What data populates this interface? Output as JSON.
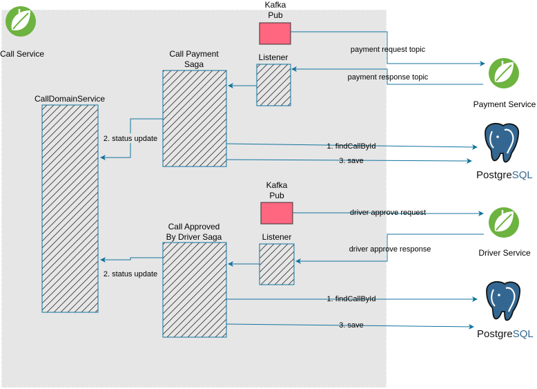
{
  "colors": {
    "background": "#ffffff",
    "region_fill": "#e6e6e6",
    "region_border": "#ffffff",
    "arrow": "#10739e",
    "box_border": "#10739e",
    "hatch": "#333333",
    "kafka_fill": "#ff6680",
    "spring_green": "#6db33f",
    "postgres_blue": "#336791"
  },
  "icons": {
    "call_service": "spring-icon",
    "payment_service": "spring-icon",
    "driver_service": "spring-icon",
    "postgres_top": "postgresql-elephant-icon",
    "postgres_bottom": "postgresql-elephant-icon"
  },
  "labels": {
    "call_service": "Call Service",
    "payment_service": "Payment Service",
    "driver_service": "Driver Service",
    "call_domain_service": "CallDomainService",
    "call_payment_saga_line1": "Call Payment",
    "call_payment_saga_line2": "Saga",
    "call_approved_saga_line1": "Call Approved",
    "call_approved_saga_line2": "By Driver Saga",
    "kafka_top_line1": "Kafka",
    "kafka_top_line2": "Pub",
    "kafka_bottom_line1": "Kafka",
    "kafka_bottom_line2": "Pub",
    "listener_top": "Listener",
    "listener_bottom": "Listener",
    "postgres_top_a": "Postgre",
    "postgres_top_b": "SQL",
    "postgres_bottom_a": "Postgre",
    "postgres_bottom_b": "SQL"
  },
  "edges": {
    "payment_request_topic": "payment request topic",
    "payment_response_topic": "payment response topic",
    "status_update_top": "2. status update",
    "find_call_top": "1. findCallById",
    "save_top": "3. save",
    "driver_approve_request": "driver approve request",
    "driver_approve_response": "driver approve response",
    "status_update_bottom": "2. status update",
    "find_call_bottom": "1. findCallById",
    "save_bottom": "3. save"
  }
}
